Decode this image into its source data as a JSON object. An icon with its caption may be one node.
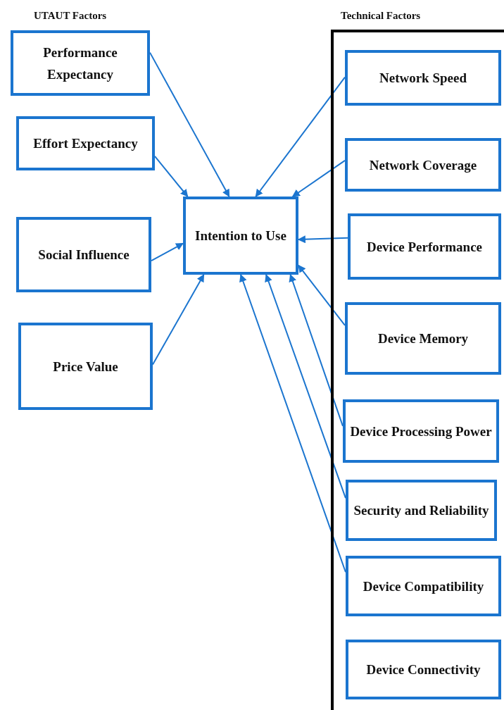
{
  "diagram": {
    "nodes": [
      {
        "text": [
          "Performance Expectancy"
        ]
      },
      {
        "text": [
          "Effort Expectancy"
        ]
      },
      {
        "text": [
          "Social Influence"
        ]
      },
      {
        "text": [
          "Price Value"
        ]
      },
      {
        "text": [
          "Intention to Use"
        ]
      },
      {
        "text": [
          "Technical Factors"
        ]
      },
      {
        "text": [
          "Network Speed"
        ],
        "in": 5
      },
      {
        "text": [
          "Network Coverage"
        ],
        "in": 5
      },
      {
        "text": [
          "Device Performance"
        ],
        "in": 5
      },
      {
        "text": [
          "Device Memory"
        ],
        "in": 5
      },
      {
        "text": [
          "Device Processing Power"
        ],
        "in": 5
      },
      {
        "text": [
          "Security and Reliability"
        ],
        "in": 5
      },
      {
        "text": [
          "Device Compatibility"
        ],
        "in": 5
      },
      {
        "text": [
          "Device Connectivity"
        ],
        "in": 5
      }
    ],
    "edges": [
      {
        "from": 0,
        "to": 4,
        "arrow": "to"
      },
      {
        "from": 1,
        "to": 4,
        "arrow": "to"
      },
      {
        "from": 2,
        "to": 4,
        "arrow": "to"
      },
      {
        "from": 3,
        "to": 4,
        "arrow": "to"
      },
      {
        "from": 6,
        "to": 4,
        "arrow": "to"
      },
      {
        "from": 7,
        "to": 4,
        "arrow": "to"
      },
      {
        "from": 8,
        "to": 4,
        "arrow": "to"
      },
      {
        "from": 9,
        "to": 4,
        "arrow": "to"
      },
      {
        "from": 10,
        "to": 4,
        "arrow": "to"
      },
      {
        "from": 11,
        "to": 4,
        "arrow": "to"
      },
      {
        "from": 12,
        "to": 4,
        "arrow": "to"
      }
    ],
    "labels": [
      "UTAUT Factors"
    ]
  }
}
